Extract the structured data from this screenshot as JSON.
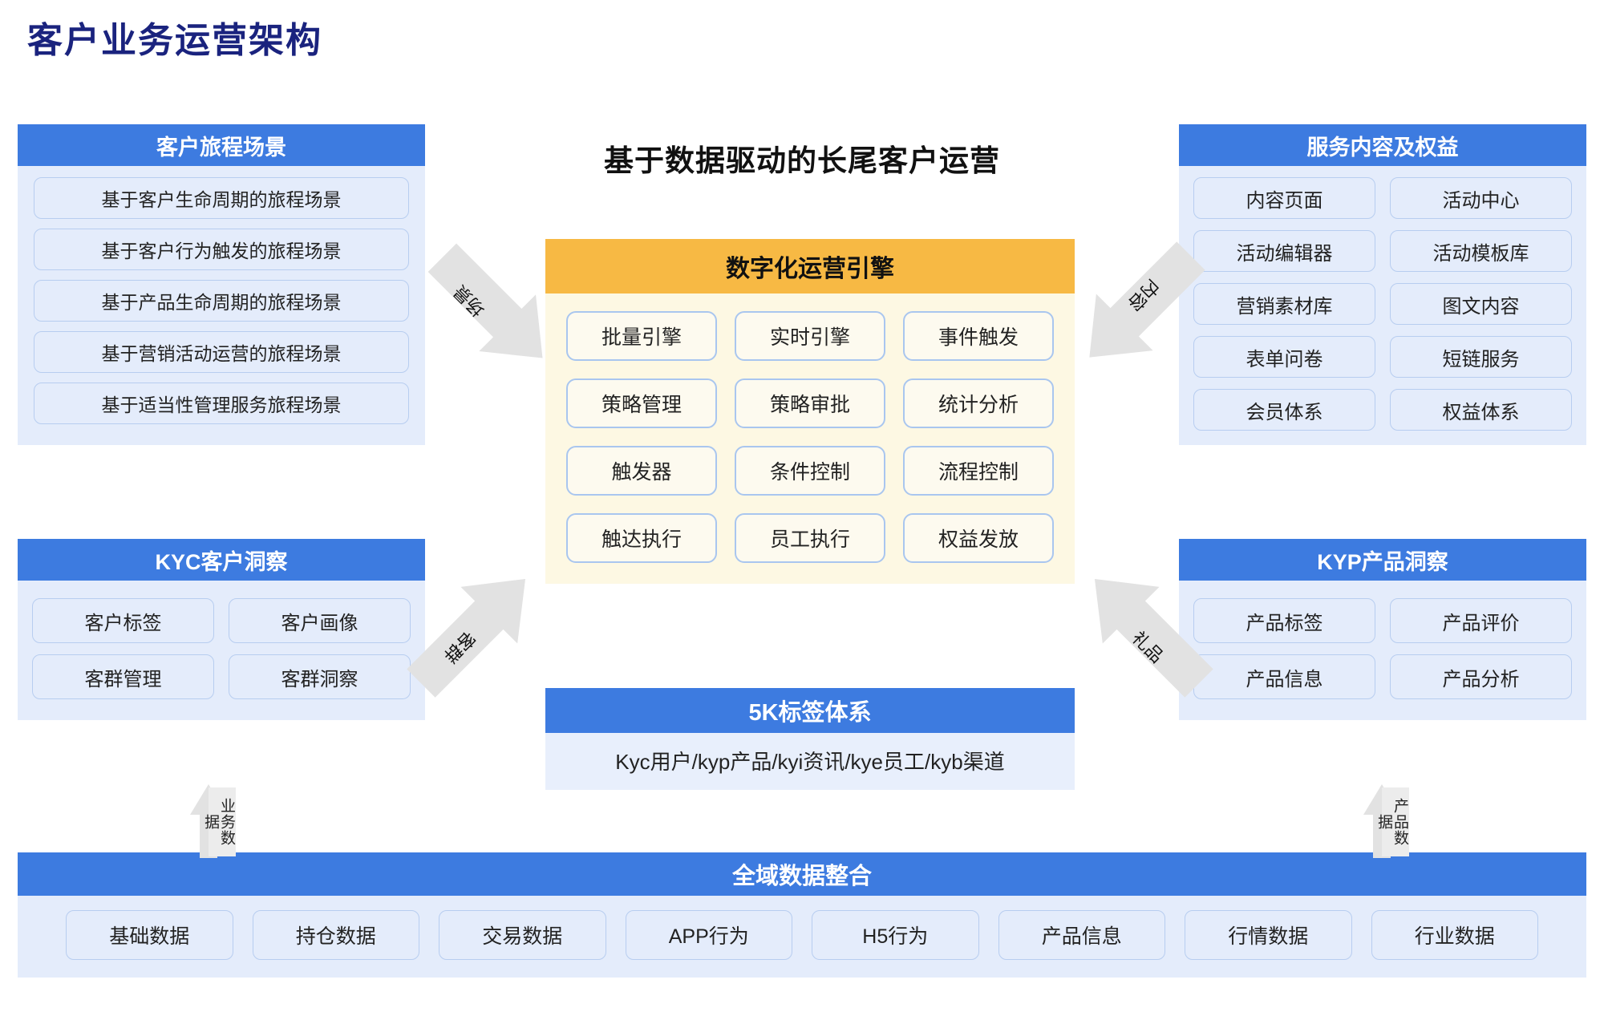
{
  "page": {
    "title": "客户业务运营架构"
  },
  "center": {
    "heading": "基于数据驱动的长尾客户运营",
    "engine": {
      "title": "数字化运营引擎",
      "items": [
        "批量引擎",
        "实时引擎",
        "事件触发",
        "策略管理",
        "策略审批",
        "统计分析",
        "触发器",
        "条件控制",
        "流程控制",
        "触达执行",
        "员工执行",
        "权益发放"
      ]
    },
    "tag_system": {
      "title": "5K标签体系",
      "description": "Kyc用户/kyp产品/kyi资讯/kye员工/kyb渠道"
    }
  },
  "journey_panel": {
    "title": "客户旅程场景",
    "items": [
      "基于客户生命周期的旅程场景",
      "基于客户行为触发的旅程场景",
      "基于产品生命周期的旅程场景",
      "基于营销活动运营的旅程场景",
      "基于适当性管理服务旅程场景"
    ]
  },
  "kyc_panel": {
    "title": "KYC客户洞察",
    "items": [
      "客户标签",
      "客户画像",
      "客群管理",
      "客群洞察"
    ]
  },
  "service_panel": {
    "title": "服务内容及权益",
    "items": [
      "内容页面",
      "活动中心",
      "活动编辑器",
      "活动模板库",
      "营销素材库",
      "图文内容",
      "表单问卷",
      "短链服务",
      "会员体系",
      "权益体系"
    ]
  },
  "kyp_panel": {
    "title": "KYP产品洞察",
    "items": [
      "产品标签",
      "产品评价",
      "产品信息",
      "产品分析"
    ]
  },
  "data_panel": {
    "title": "全域数据整合",
    "items": [
      "基础数据",
      "持仓数据",
      "交易数据",
      "APP行为",
      "H5行为",
      "产品信息",
      "行情数据",
      "行业数据"
    ]
  },
  "arrows": {
    "journey_to_engine": "场景",
    "service_to_engine": "内容",
    "kyc_to_engine": "客群",
    "kyp_to_engine": "礼品",
    "business_data": "业务数据",
    "product_data": "产品数据"
  },
  "colors": {
    "title": "#1a237e",
    "panel_header": "#3d7be0",
    "panel_body": "#e4ecfb",
    "engine_header": "#f7b944",
    "engine_body": "#fdf8e3",
    "arrow": "#e2e2e2"
  }
}
